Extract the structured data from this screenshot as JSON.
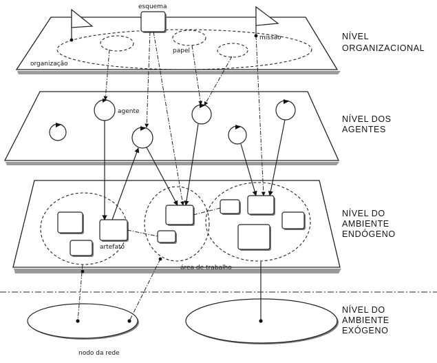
{
  "levels": {
    "organizational": [
      "NÍVEL",
      "ORGANIZACIONAL"
    ],
    "agents": [
      "NÍVEL DOS",
      "AGENTES"
    ],
    "endogenous": [
      "NÍVEL DO",
      "AMBIENTE",
      "ENDÓGENO"
    ],
    "exogenous": [
      "NÍVEL DO",
      "AMBIENTE",
      "EXÓGENO"
    ]
  },
  "labels": {
    "schema": "esquema",
    "role": "papel",
    "mission": "missão",
    "organization": "organização",
    "agent": "agente",
    "artifact": "artefato",
    "workspace": "área de trabalho",
    "network_node": "nodo da rede"
  }
}
